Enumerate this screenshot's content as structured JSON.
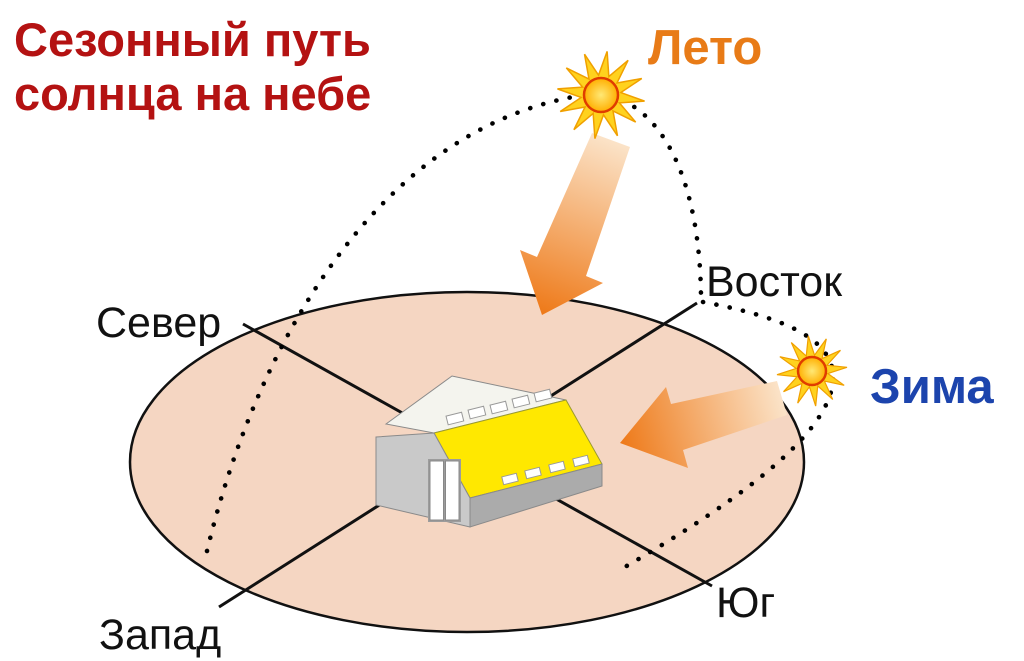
{
  "title": {
    "line1": "Сезонный путь",
    "line2": "солнца на небе",
    "color": "#b41212"
  },
  "seasons": {
    "summer": {
      "label": "Лето",
      "color": "#e87b17"
    },
    "winter": {
      "label": "Зима",
      "color": "#1c44ad"
    }
  },
  "compass": {
    "north": "Север",
    "east": "Восток",
    "south": "Юг",
    "west": "Запад",
    "color": "#111111"
  },
  "scene": {
    "ground_color": "#f5d6c2",
    "ground_outline": "#111111",
    "path_dot_color": "#000000",
    "sun_ray_color": "#ffd21e",
    "sun_ray_edge": "#f0a000",
    "sun_core_ring": "#e03c00",
    "arrow_tail_color": "#fbe3c8",
    "arrow_tip_color": "#ee7918",
    "house_roof_color": "#ffe800",
    "house_roof_back_color": "#f4f4ee",
    "house_wall_color": "#c9c9c9",
    "house_wall_side_color": "#ababab",
    "house_window_color": "#ffffff"
  }
}
